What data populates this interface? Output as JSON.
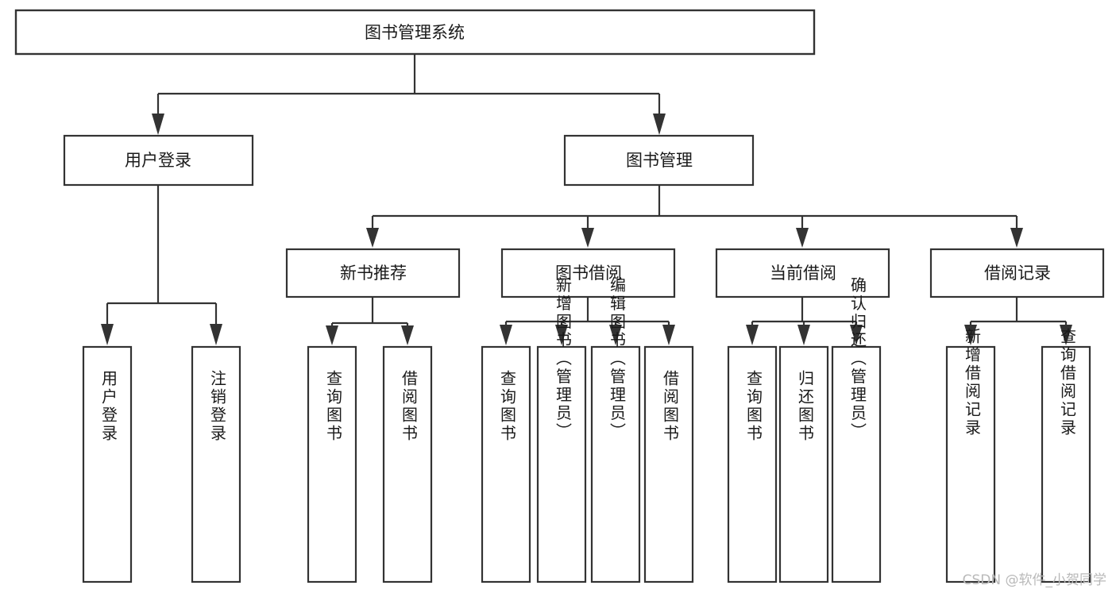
{
  "diagram": {
    "type": "tree",
    "title": "图书管理系统",
    "watermark": "CSDN @软件_小贺同学",
    "nodes": {
      "root": {
        "label": "图书管理系统"
      },
      "level2": [
        {
          "id": "user-login",
          "label": "用户登录"
        },
        {
          "id": "book-management",
          "label": "图书管理"
        }
      ],
      "level3": [
        {
          "id": "new-book-recommend",
          "label": "新书推荐"
        },
        {
          "id": "book-borrow",
          "label": "图书借阅"
        },
        {
          "id": "current-borrow",
          "label": "当前借阅"
        },
        {
          "id": "borrow-record",
          "label": "借阅记录"
        }
      ],
      "leaves": {
        "user-login": [
          {
            "id": "leaf-user-login",
            "label": "用户登录"
          },
          {
            "id": "leaf-user-logout",
            "label": "注销登录"
          }
        ],
        "new-book-recommend": [
          {
            "id": "leaf-query-book-1",
            "label": "查询图书"
          },
          {
            "id": "leaf-borrow-book-1",
            "label": "借阅图书"
          }
        ],
        "book-borrow": [
          {
            "id": "leaf-query-book-2",
            "label": "查询图书"
          },
          {
            "id": "leaf-add-book",
            "label": "新增图书（管理员）"
          },
          {
            "id": "leaf-edit-book",
            "label": "编辑图书（管理员）"
          },
          {
            "id": "leaf-borrow-book-2",
            "label": "借阅图书"
          }
        ],
        "current-borrow": [
          {
            "id": "leaf-query-book-3",
            "label": "查询图书"
          },
          {
            "id": "leaf-return-book",
            "label": "归还图书"
          },
          {
            "id": "leaf-confirm-return",
            "label": "确认归还（管理员）"
          }
        ],
        "borrow-record": [
          {
            "id": "leaf-add-record",
            "label": "新增借阅记录"
          },
          {
            "id": "leaf-query-record",
            "label": "查询借阅记录"
          }
        ]
      }
    },
    "colors": {
      "stroke": "#333333",
      "fill": "#ffffff",
      "text": "#1a1a1a",
      "watermark": "#b9b9b9"
    }
  }
}
